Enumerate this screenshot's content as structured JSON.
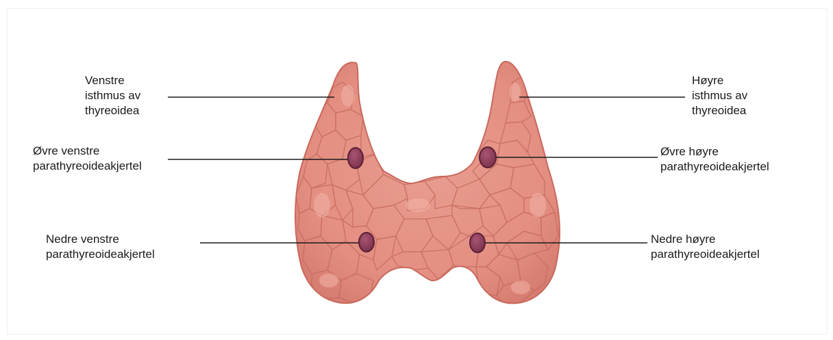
{
  "labels": {
    "left_isthmus": [
      "Venstre",
      "isthmus av",
      "thyreoidea"
    ],
    "right_isthmus": [
      "Høyre",
      "isthmus av",
      "thyreoidea"
    ],
    "upper_left_parathyroid": [
      "Øvre venstre",
      "parathyreoideakjertel"
    ],
    "upper_right_parathyroid": [
      "Øvre høyre",
      "parathyreoideakjertel"
    ],
    "lower_left_parathyroid": [
      "Nedre venstre",
      "parathyreoideakjertel"
    ],
    "lower_right_parathyroid": [
      "Nedre høyre",
      "parathyreoideakjertel"
    ]
  },
  "colors": {
    "thyroid_fill": "#e8968a",
    "thyroid_outline": "#c9685c",
    "lobule_lines": "#c66a5e",
    "parathyroid_fill": "#8e3f5a",
    "parathyroid_outline": "#5b2036",
    "leader_line": "#1a1a1a",
    "label_text": "#1a1a1a"
  }
}
